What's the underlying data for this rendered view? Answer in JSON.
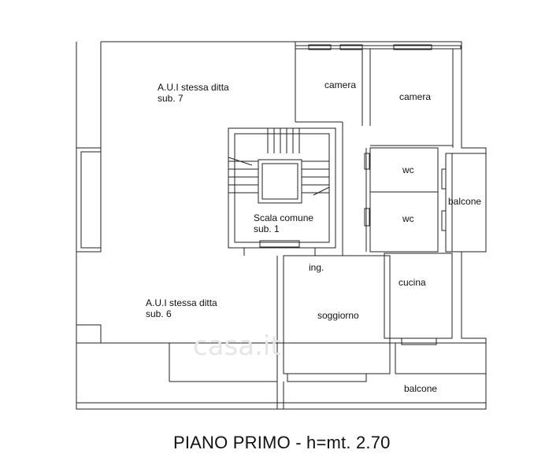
{
  "plan": {
    "title": "PIANO PRIMO - h=mt. 2.70",
    "watermark": "casa.it",
    "units": {
      "aui7_line1": "A.U.I stessa ditta",
      "aui7_line2": "sub. 7",
      "aui6_line1": "A.U.I stessa ditta",
      "aui6_line2": "sub. 6",
      "scala_line1": "Scala comune",
      "scala_line2": "sub. 1"
    },
    "rooms": {
      "camera1": "camera",
      "camera2": "camera",
      "wc1": "wc",
      "wc2": "wc",
      "balcone_right": "balcone",
      "ingresso": "ing.",
      "cucina": "cucina",
      "soggiorno": "soggiorno",
      "balcone_bottom": "balcone"
    },
    "colors": {
      "line": "#222222",
      "watermark": "#e6e6e6"
    }
  }
}
